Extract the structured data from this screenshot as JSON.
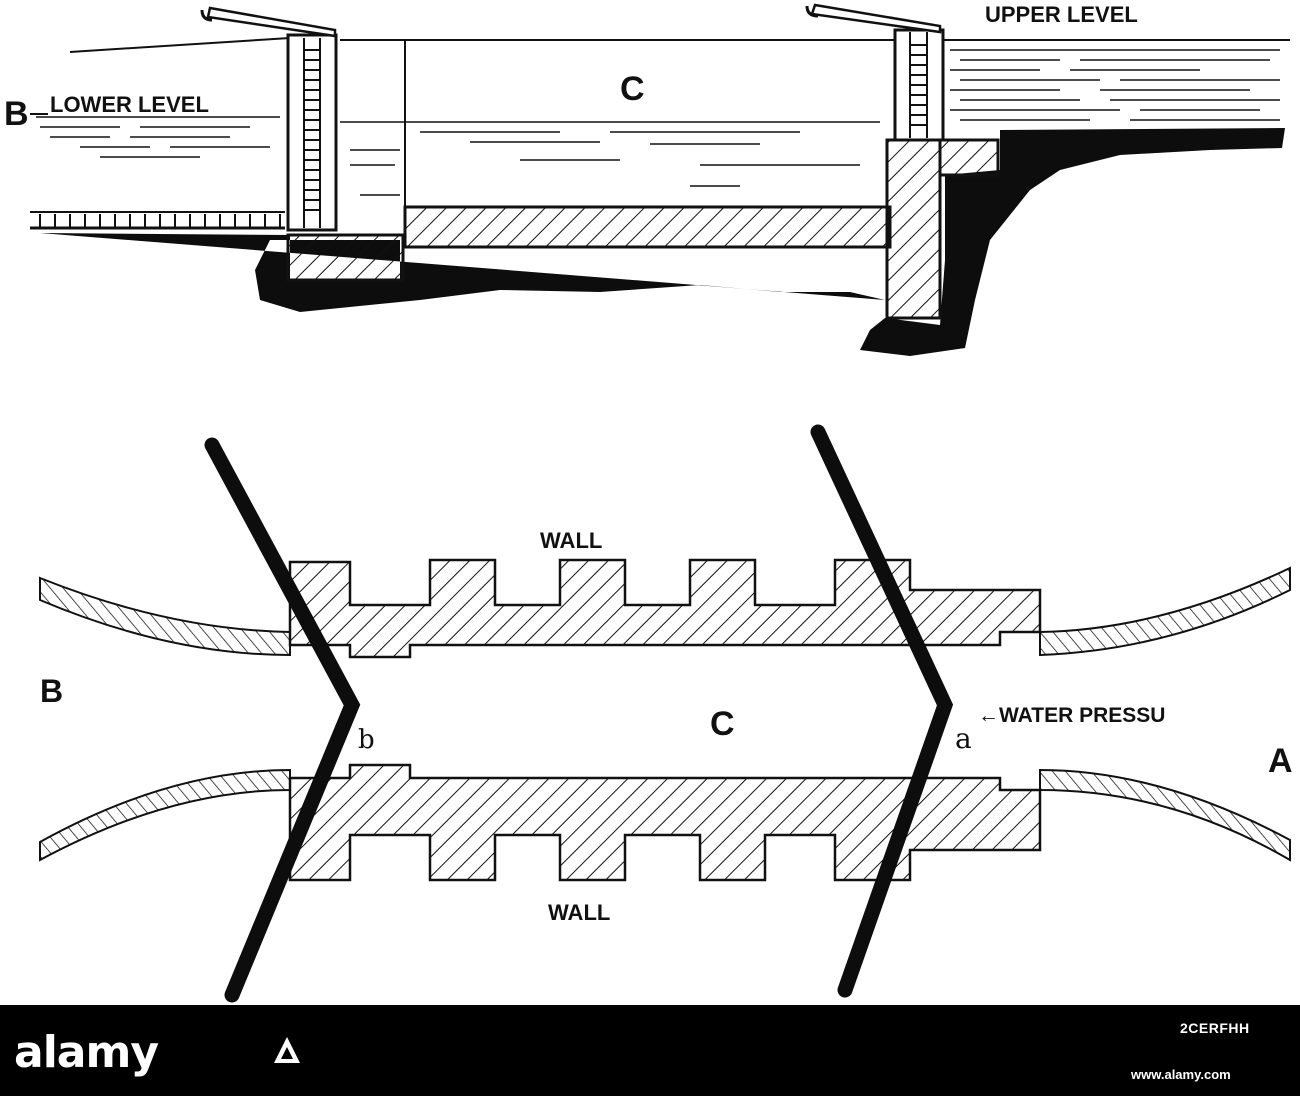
{
  "section_view": {
    "upper_level": "UPPER LEVEL",
    "lower_level": "LOWER LEVEL",
    "chamber": "C",
    "left_pound": "B"
  },
  "plan_view": {
    "wall_top": "WALL",
    "wall_bottom": "WALL",
    "left_pound": "B",
    "chamber": "C",
    "right_pound": "A",
    "gate_b": "b",
    "gate_a": "a",
    "water_pressure": "←WATER PRESSU"
  },
  "footer": {
    "logo": "alamy",
    "image_id": "2CERFHH",
    "url": "www.alamy.com",
    "logo_icon": "alamy-a-icon"
  }
}
